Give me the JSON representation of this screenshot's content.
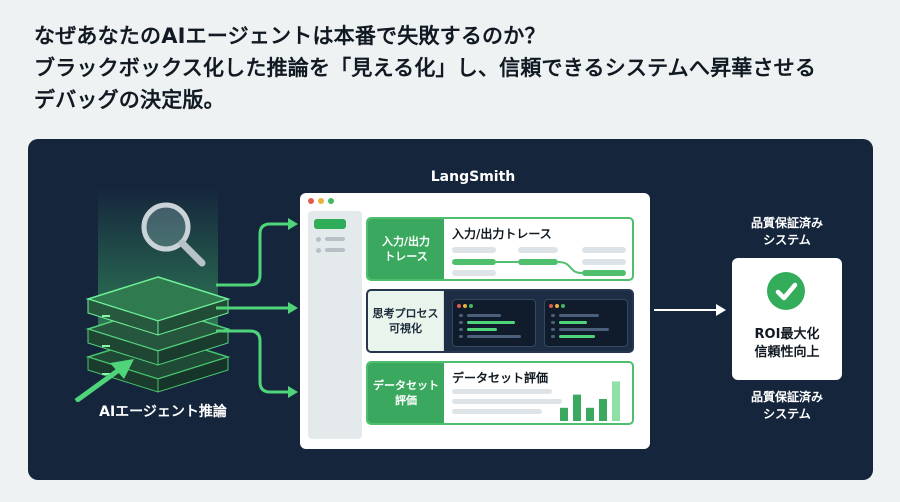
{
  "headline": {
    "line1": "なぜあなたのAIエージェントは本番で失敗するのか？",
    "line2": "ブラックボックス化した推論を「見える化」し、信頼できるシステムへ昇華させる",
    "line3": "デバッグの決定版。"
  },
  "diagram": {
    "source_label": "AIエージェント推論",
    "tool_title": "LangSmith",
    "cards": [
      {
        "tag": "入力/出力\nトレース",
        "heading": "入力/出力トレース"
      },
      {
        "tag": "思考プロセス\n可視化",
        "heading": ""
      },
      {
        "tag": "データセット\n評価",
        "heading": "データセット評価"
      }
    ],
    "result_top_label": "品質保証済み\nシステム",
    "result_box_text": "ROI最大化\n信頼性向上",
    "result_bottom_label": "品質保証済み\nシステム"
  },
  "icons": [
    "magnifier-icon",
    "check-icon",
    "window-controls"
  ],
  "colors": {
    "panel": "#15253c",
    "accent_green": "#3aa85f",
    "bright_green": "#4fd47a",
    "text_dark": "#111a22"
  },
  "chart_data": {
    "type": "bar",
    "values": [
      3,
      6,
      3,
      5,
      9
    ],
    "ylim": [
      0,
      10
    ]
  }
}
